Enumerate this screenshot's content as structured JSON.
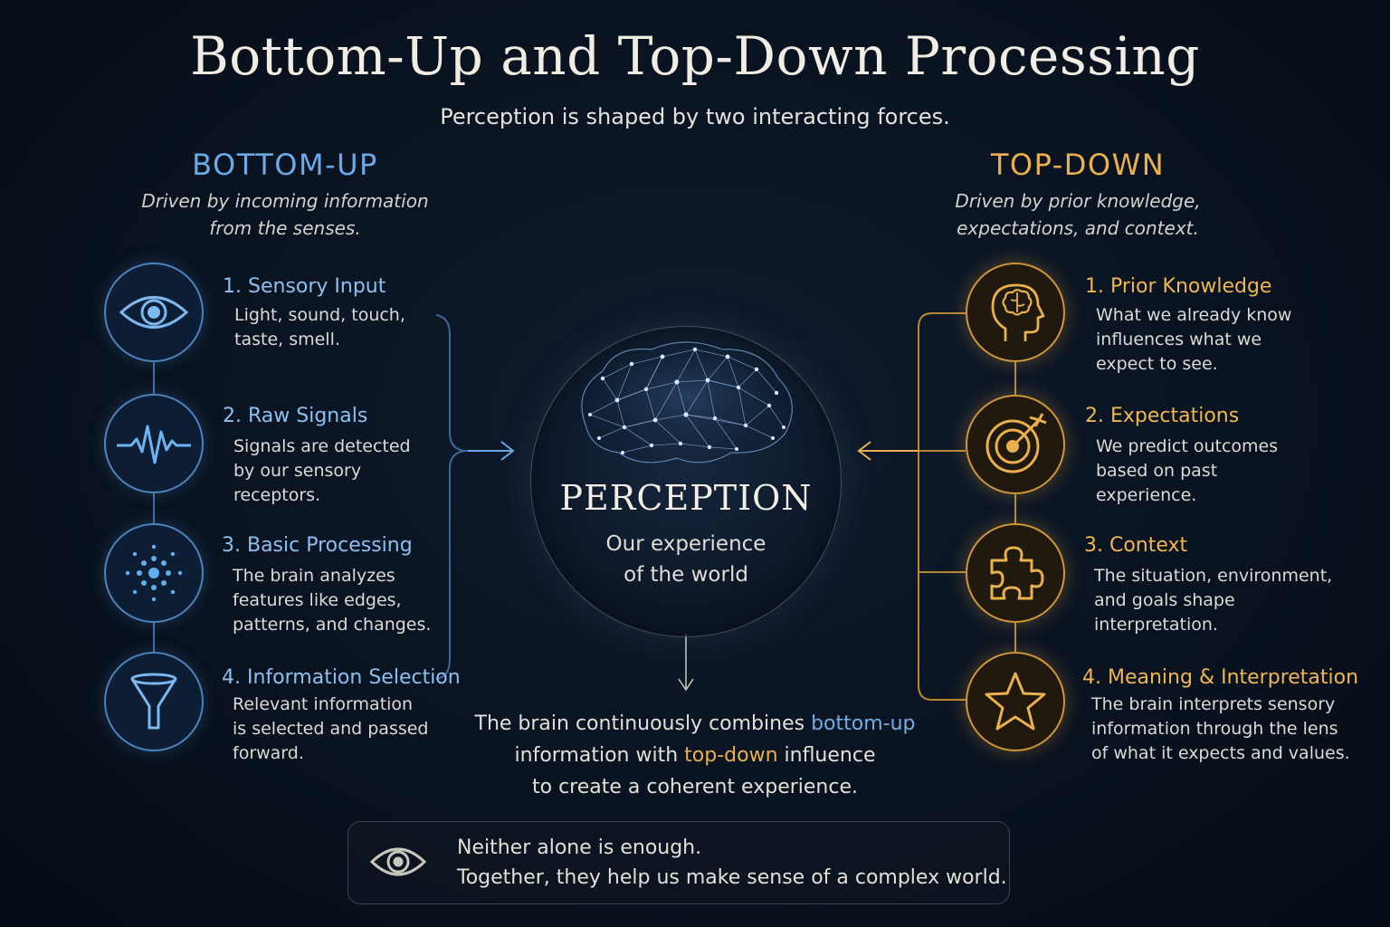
{
  "title": "Bottom-Up and Top-Down Processing",
  "subtitle": "Perception is shaped by two interacting forces.",
  "bottom_up": {
    "heading": "BOTTOM-UP",
    "sub_line1": "Driven by incoming information",
    "sub_line2": "from the senses.",
    "steps": [
      {
        "title": "1. Sensory Input",
        "desc": [
          "Light, sound, touch,",
          "taste, smell."
        ],
        "icon": "eye-icon"
      },
      {
        "title": "2. Raw Signals",
        "desc": [
          "Signals are detected",
          "by our sensory",
          "receptors."
        ],
        "icon": "waveform-icon"
      },
      {
        "title": "3. Basic Processing",
        "desc": [
          "The brain analyzes",
          "features like edges,",
          "patterns, and changes."
        ],
        "icon": "dots-burst-icon"
      },
      {
        "title": "4. Information Selection",
        "desc": [
          "Relevant information",
          "is selected and passed",
          "forward."
        ],
        "icon": "funnel-icon"
      }
    ]
  },
  "top_down": {
    "heading": "TOP-DOWN",
    "sub_line1": "Driven by prior knowledge,",
    "sub_line2": "expectations, and context.",
    "steps": [
      {
        "title": "1. Prior Knowledge",
        "desc": [
          "What we already know",
          "influences what we",
          "expect to see."
        ],
        "icon": "head-brain-icon"
      },
      {
        "title": "2. Expectations",
        "desc": [
          "We predict outcomes",
          "based on past",
          "experience."
        ],
        "icon": "target-icon"
      },
      {
        "title": "3. Context",
        "desc": [
          "The situation, environment,",
          "and goals shape",
          "interpretation."
        ],
        "icon": "puzzle-icon"
      },
      {
        "title": "4. Meaning & Interpretation",
        "desc": [
          "The brain interprets sensory",
          "information through the lens",
          "of what it expects and values."
        ],
        "icon": "star-icon"
      }
    ]
  },
  "center": {
    "title": "PERCEPTION",
    "sub_line1": "Our experience",
    "sub_line2": "of the world"
  },
  "combine": {
    "l1_a": "The brain continuously combines ",
    "l1_b": "bottom-up",
    "l2_a": "information with ",
    "l2_b": "top-down",
    "l2_c": " influence",
    "l3": "to create a coherent experience."
  },
  "footer": {
    "line1": "Neither alone is enough.",
    "line2": "Together, they help us make sense of a complex world."
  },
  "colors": {
    "bottom_up": "#6aaae6",
    "top_down": "#eab04d"
  }
}
